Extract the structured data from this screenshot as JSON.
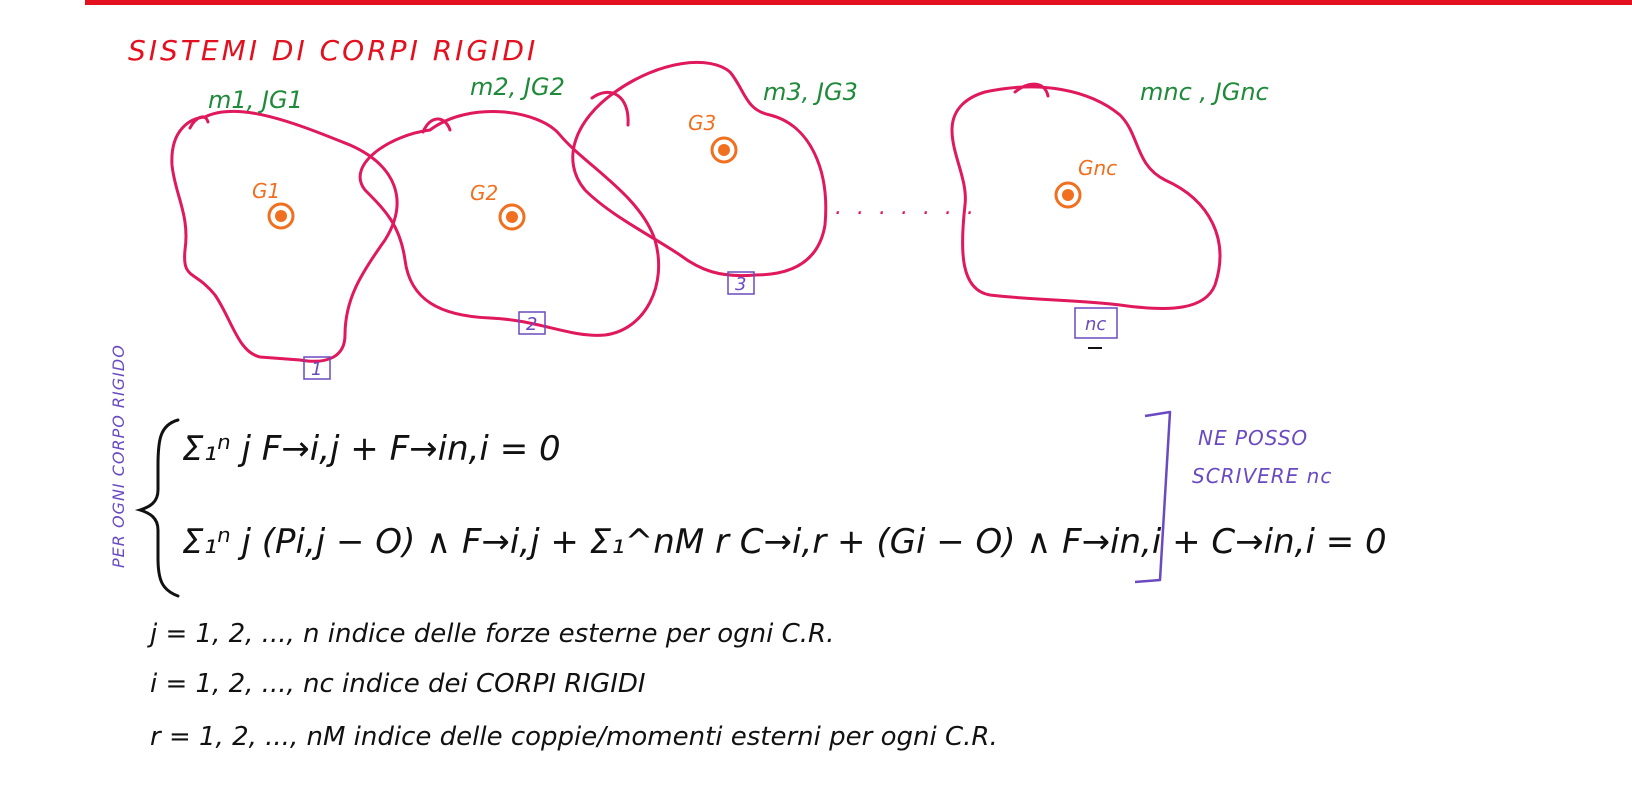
{
  "title": "SISTEMI DI CORPI RIGIDI",
  "bodies": [
    {
      "id": "1",
      "mass_label": "m1, JG1",
      "g_label": "G1",
      "number": "1"
    },
    {
      "id": "2",
      "mass_label": "m2, JG2",
      "g_label": "G2",
      "number": "2"
    },
    {
      "id": "3",
      "mass_label": "m3, JG3",
      "g_label": "G3",
      "number": "3"
    },
    {
      "id": "nc",
      "mass_label": "mnc , JGnc",
      "g_label": "Gnc",
      "number": "nc"
    }
  ],
  "ellipsis": ". . . . . . .",
  "side_note": "PER OGNI CORPO RIGIDO",
  "equations": {
    "eq1": "Σ₁ⁿ j F→i,j + F→in,i = 0",
    "eq2": "Σ₁ⁿ j (Pi,j − O) ∧ F→i,j + Σ₁^nM r C→i,r + (Gi − O) ∧ F→in,i + C→in,i = 0"
  },
  "note": {
    "line1": "NE POSSO",
    "line2": "SCRIVERE nc"
  },
  "definitions": [
    "j = 1, 2, ..., n   indice delle forze esterne per ogni C.R.",
    "i = 1, 2, ..., nc   indice dei CORPI RIGIDI",
    "r = 1, 2, ..., nM   indice delle coppie/momenti esterni per ogni C.R."
  ],
  "colors": {
    "accent_red": "#e3101f",
    "outline_pink": "#e0185c",
    "mass_green": "#1f8a3a",
    "centroid_orange": "#f07020",
    "annotation_purple": "#6a4ac0",
    "ink_black": "#111111"
  }
}
